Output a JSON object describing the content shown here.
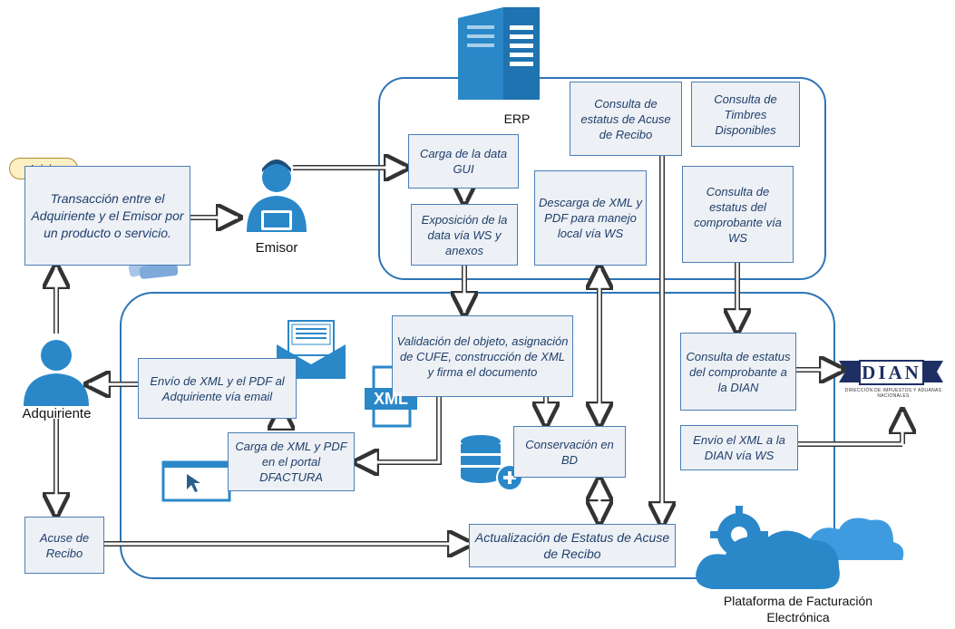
{
  "start": {
    "label": "Inicio"
  },
  "actors": {
    "emisor": "Emisor",
    "adquiriente": "Adquiriente"
  },
  "systems": {
    "erp": "ERP",
    "platform": "Plataforma de Facturación Electrónica"
  },
  "logo": {
    "name": "DIAN",
    "subtitle": "DIRECCIÓN DE IMPUESTOS Y ADUANAS NACIONALES"
  },
  "file_badge": "XML",
  "boxes": {
    "transaccion": "Transacción entre el Adquiriente  y el Emisor por un producto o servicio.",
    "carga_gui": "Carga de la data GUI",
    "exposicion": "Exposición de la data vía WS y anexos",
    "consulta_acuse": "Consulta de estatus de Acuse de Recibo",
    "consulta_timbres": "Consulta de Timbres Disponibles",
    "descarga": "Descarga de XML y PDF para manejo local vía WS",
    "consulta_comprobante_ws": "Consulta de estatus del comprobante vía WS",
    "validacion": "Validación del objeto, asignación de CUFE, construcción de XML y firma el documento",
    "envio_adquiriente": "Envío de XML y el PDF al Adquiriente vía email",
    "consulta_dian": "Consulta de estatus del comprobante a la DIAN",
    "envio_dian": "Envío el XML a la DIAN vía WS",
    "carga_portal": "Carga de XML y PDF en el portal DFACTURA",
    "conservacion": "Conservación en BD",
    "acuse": "Acuse de Recibo",
    "actualizacion": "Actualización de Estatus de Acuse de Recibo"
  },
  "colors": {
    "icon_blue": "#2a88c9",
    "frame_blue": "#2e75b6",
    "box_fill": "#edf0f5",
    "box_border": "#4a7fb5",
    "box_text": "#1f3f6b",
    "dian_navy": "#1e2f63"
  }
}
